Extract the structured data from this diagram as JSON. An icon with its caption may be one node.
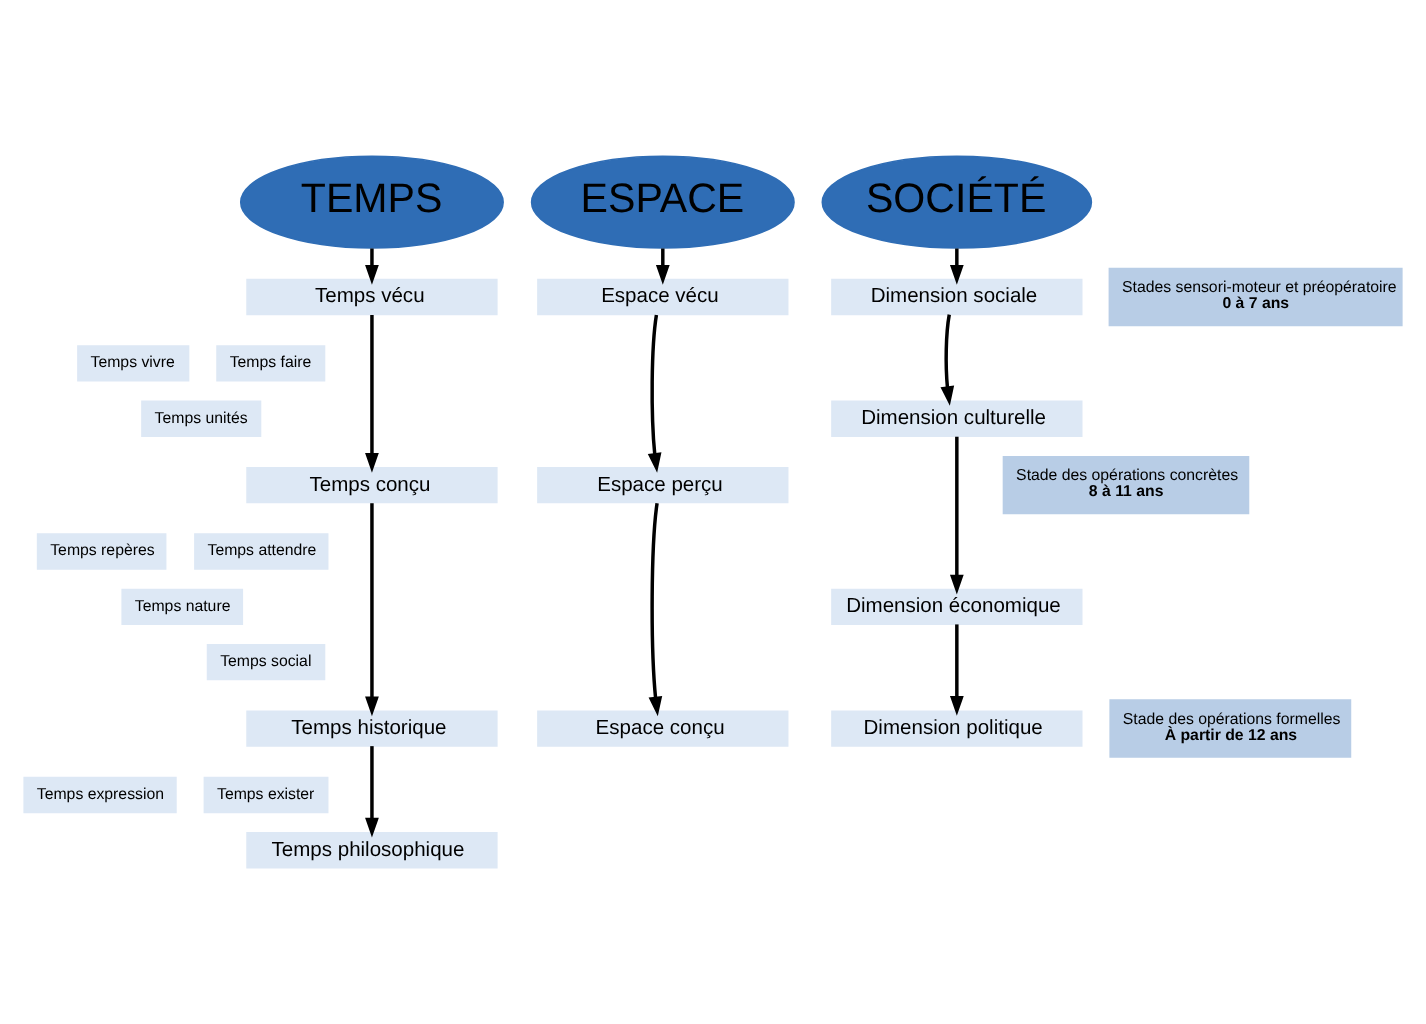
{
  "diagram": {
    "nodes": [
      {
        "text": [
          "TEMPS"
        ]
      },
      {
        "text": [
          "ESPACE"
        ]
      },
      {
        "text": [
          "SOCIÉTÉ"
        ]
      },
      {
        "text": [
          "Stades sensori-moteur et préopératoire",
          "0 à 7 ans"
        ]
      },
      {
        "text": [
          "Temps vécu"
        ]
      },
      {
        "text": [
          "Espace vécu"
        ]
      },
      {
        "text": [
          "Dimension sociale"
        ]
      },
      {
        "text": [
          "Temps vivre"
        ]
      },
      {
        "text": [
          "Temps faire"
        ]
      },
      {
        "text": [
          "Temps unités"
        ]
      },
      {
        "text": [
          "Dimension culturelle"
        ]
      },
      {
        "text": [
          "Stade des opérations concrètes",
          "8 à 11 ans"
        ]
      },
      {
        "text": [
          "Temps conçu"
        ]
      },
      {
        "text": [
          "Espace perçu"
        ]
      },
      {
        "text": [
          "Temps repères"
        ]
      },
      {
        "text": [
          "Temps attendre"
        ]
      },
      {
        "text": [
          "Temps nature"
        ]
      },
      {
        "text": [
          "Dimension économique"
        ]
      },
      {
        "text": [
          "Temps social"
        ]
      },
      {
        "text": [
          "Stade des opérations formelles",
          "À partir de 12 ans"
        ]
      },
      {
        "text": [
          "Temps historique"
        ]
      },
      {
        "text": [
          "Espace conçu"
        ]
      },
      {
        "text": [
          "Dimension politique"
        ]
      },
      {
        "text": [
          "Temps expression"
        ]
      },
      {
        "text": [
          "Temps exister"
        ]
      },
      {
        "text": [
          "Temps philosophique"
        ]
      }
    ],
    "edges": [
      {
        "from": 0,
        "to": 4,
        "arrow": "to"
      },
      {
        "from": 1,
        "to": 5,
        "arrow": "to"
      },
      {
        "from": 2,
        "to": 6,
        "arrow": "to"
      },
      {
        "from": 4,
        "to": 12,
        "arrow": "to"
      },
      {
        "from": 5,
        "to": 13,
        "arrow": "to"
      },
      {
        "from": 6,
        "to": 10,
        "arrow": "to"
      },
      {
        "from": 10,
        "to": 17,
        "arrow": "to"
      },
      {
        "from": 12,
        "to": 20,
        "arrow": "to"
      },
      {
        "from": 13,
        "to": 21,
        "arrow": "to"
      },
      {
        "from": 17,
        "to": 22,
        "arrow": "to"
      },
      {
        "from": 20,
        "to": 25,
        "arrow": "to"
      }
    ]
  }
}
